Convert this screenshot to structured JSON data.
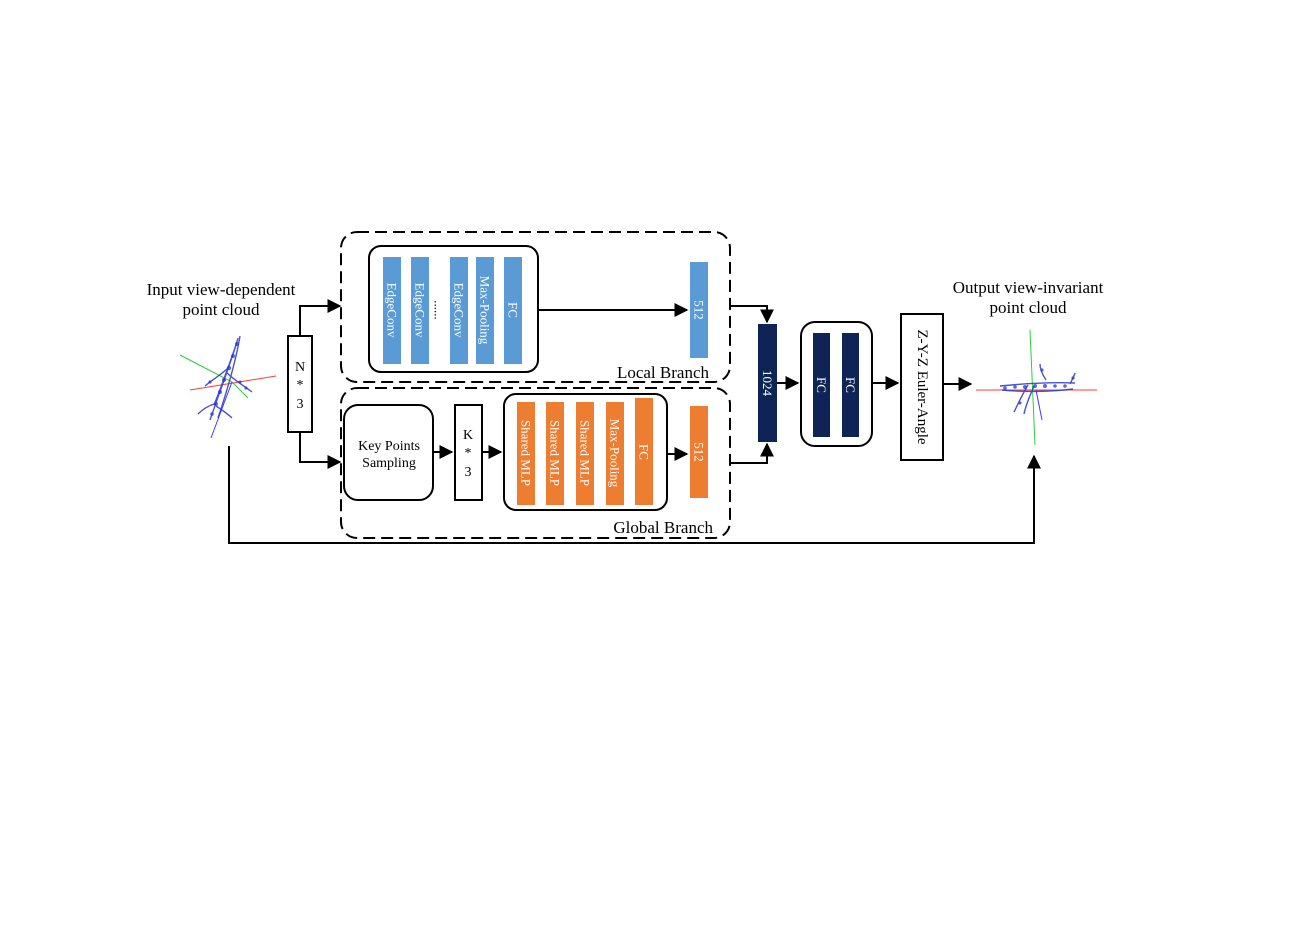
{
  "input_label": [
    "Input view-dependent",
    "point cloud"
  ],
  "output_label": [
    "Output view-invariant",
    "point cloud"
  ],
  "input_shape": [
    "N",
    "*",
    "3"
  ],
  "keypoint_shape": [
    "K",
    "*",
    "3"
  ],
  "key_points_sampling": [
    "Key Points",
    "Sampling"
  ],
  "local_branch": {
    "title": "Local Branch",
    "layers": [
      "EdgeConv",
      "EdgeConv",
      "EdgeConv",
      "Max-Pooling",
      "FC"
    ],
    "ellipsis": "......",
    "feature": "512"
  },
  "global_branch": {
    "title": "Global Branch",
    "layers": [
      "Shared MLP",
      "Shared MLP",
      "Shared MLP",
      "Max-Pooling",
      "FC"
    ],
    "feature": "512"
  },
  "concat_feature": "1024",
  "head_layers": [
    "FC",
    "FC"
  ],
  "euler_label": "Z-Y-Z Euler-Angle",
  "colors": {
    "local_blue": "#5b9bd5",
    "global_orange": "#ed7d31",
    "head_navy": "#0e2356"
  }
}
